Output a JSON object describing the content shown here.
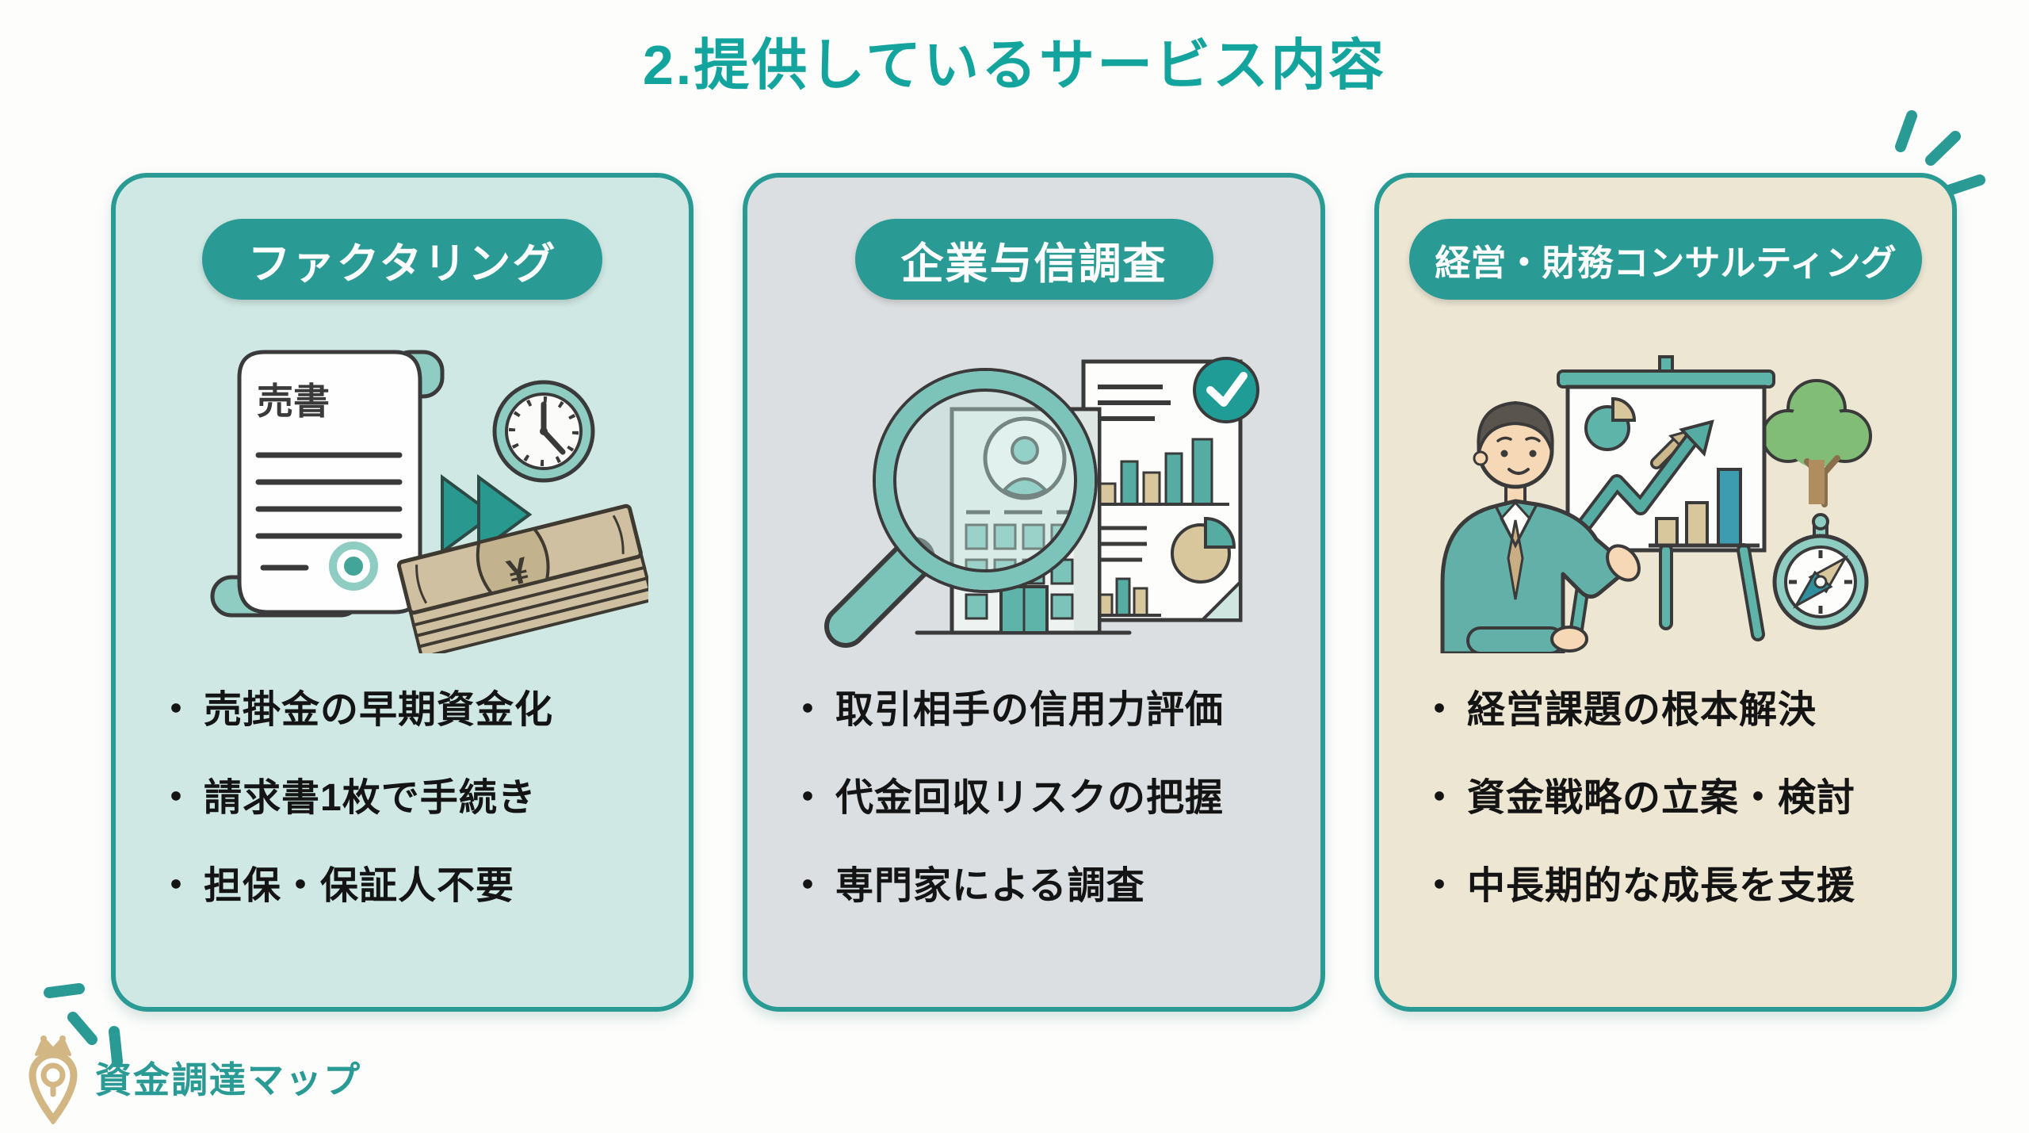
{
  "page": {
    "title": "2.提供しているサービス内容",
    "bullet_char": "・",
    "colors": {
      "accent_teal": "#2a9a94",
      "title_teal": "#12a49d",
      "card1_bg": "#cfe8e3",
      "card2_bg": "#dcdfe1",
      "card3_bg": "#ece6d3",
      "bullet_text": "#141414",
      "logo_gold": "#d2b684"
    }
  },
  "cards": [
    {
      "id": "factoring",
      "header": "ファクタリング",
      "bullets": [
        "売掛金の早期資金化",
        "請求書1枚で手続き",
        "担保・保証人不要"
      ],
      "illustration": {
        "doc_label": "売書",
        "money_symbol": "¥",
        "icons": [
          "invoice-scroll-icon",
          "fast-forward-icon",
          "clock-icon",
          "money-stack-icon"
        ]
      }
    },
    {
      "id": "corporate-credit-research",
      "header": "企業与信調査",
      "bullets": [
        "取引相手の信用力評価",
        "代金回収リスクの把握",
        "専門家による調査"
      ],
      "illustration": {
        "icons": [
          "magnifier-icon",
          "building-icon",
          "report-document-icon",
          "check-circle-icon"
        ]
      }
    },
    {
      "id": "management-finance-consulting",
      "header": "経営・財務コンサルティング",
      "bullets": [
        "経営課題の根本解決",
        "資金戦略の立案・検討",
        "中長期的な成長を支援"
      ],
      "illustration": {
        "icons": [
          "presenter-icon",
          "whiteboard-chart-icon",
          "tree-icon",
          "compass-icon"
        ]
      }
    }
  ],
  "footer": {
    "logo_text": "資金調達マップ"
  }
}
